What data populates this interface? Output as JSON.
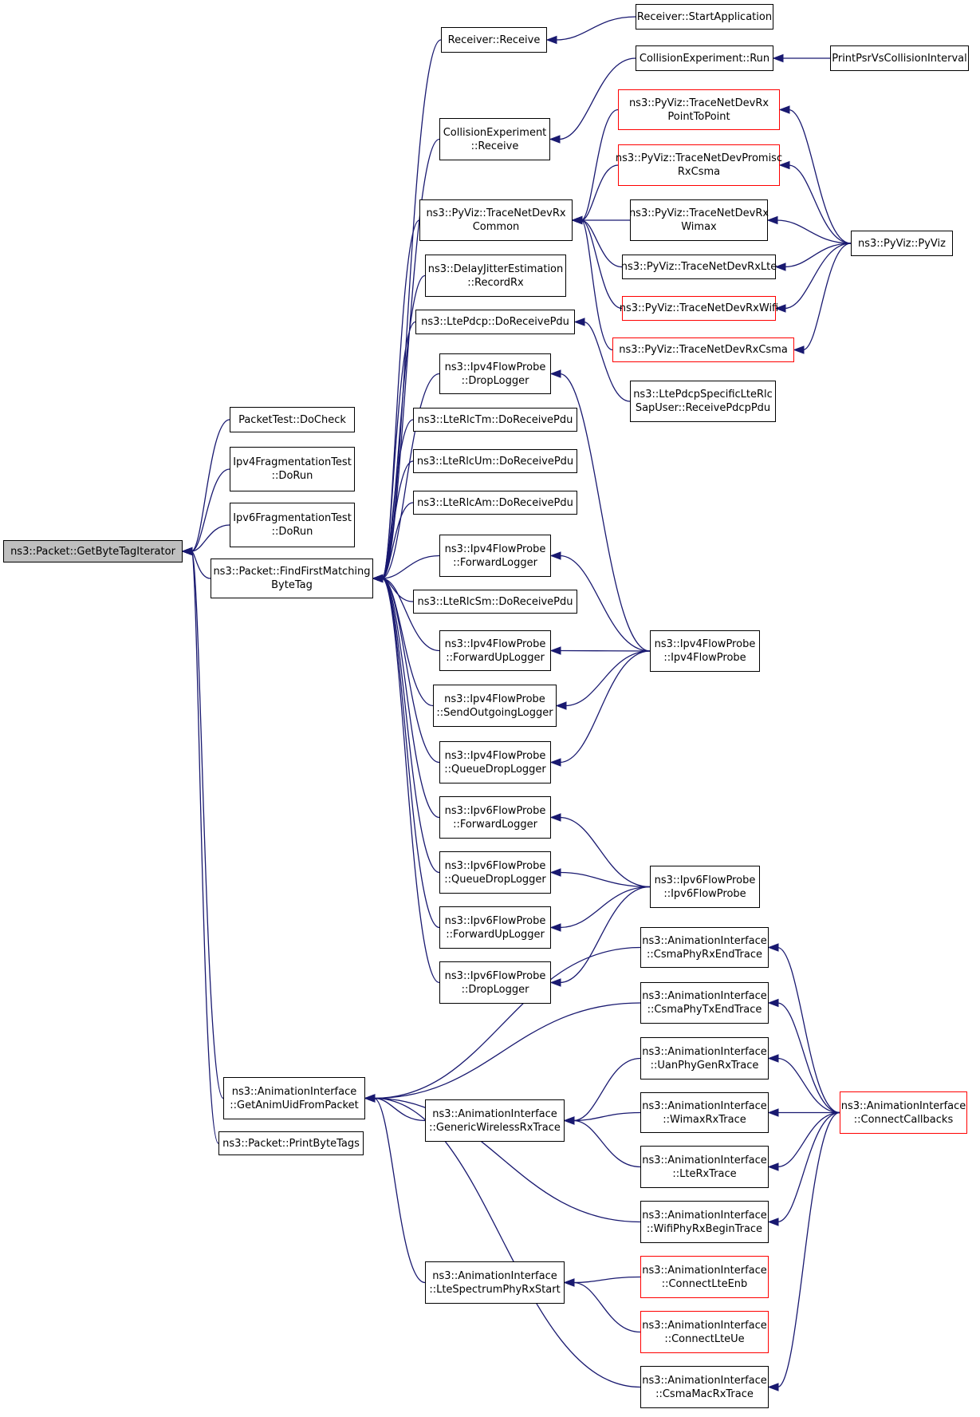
{
  "graph": {
    "edge_color": "#191970",
    "node_border_color": "#000000",
    "truncated_node_border_color": "#ff0000",
    "root_fill": "#bfbfbf",
    "nodes": [
      {
        "id": "root",
        "label": "ns3::Packet::GetByteTagIterator",
        "truncated": false
      },
      {
        "id": "packettest",
        "label": "PacketTest::DoCheck",
        "truncated": false
      },
      {
        "id": "ipv4frag",
        "label": "Ipv4FragmentationTest\n::DoRun",
        "truncated": false
      },
      {
        "id": "ipv6frag",
        "label": "Ipv6FragmentationTest\n::DoRun",
        "truncated": false
      },
      {
        "id": "findfirst",
        "label": "ns3::Packet::FindFirstMatching\nByteTag",
        "truncated": false
      },
      {
        "id": "getanimuid",
        "label": "ns3::AnimationInterface\n::GetAnimUidFromPacket",
        "truncated": false
      },
      {
        "id": "printbytetags",
        "label": "ns3::Packet::PrintByteTags",
        "truncated": false
      },
      {
        "id": "recvreceive",
        "label": "Receiver::Receive",
        "truncated": false
      },
      {
        "id": "collreceive",
        "label": "CollisionExperiment\n::Receive",
        "truncated": false
      },
      {
        "id": "tracecommon",
        "label": "ns3::PyViz::TraceNetDevRx\nCommon",
        "truncated": false
      },
      {
        "id": "delayjitter",
        "label": "ns3::DelayJitterEstimation\n::RecordRx",
        "truncated": false
      },
      {
        "id": "ltepdcp",
        "label": "ns3::LtePdcp::DoReceivePdu",
        "truncated": false
      },
      {
        "id": "ipv4drop",
        "label": "ns3::Ipv4FlowProbe\n::DropLogger",
        "truncated": false
      },
      {
        "id": "rlctm",
        "label": "ns3::LteRlcTm::DoReceivePdu",
        "truncated": false
      },
      {
        "id": "rlcum",
        "label": "ns3::LteRlcUm::DoReceivePdu",
        "truncated": false
      },
      {
        "id": "rlcam",
        "label": "ns3::LteRlcAm::DoReceivePdu",
        "truncated": false
      },
      {
        "id": "ipv4fwd",
        "label": "ns3::Ipv4FlowProbe\n::ForwardLogger",
        "truncated": false
      },
      {
        "id": "rlcsm",
        "label": "ns3::LteRlcSm::DoReceivePdu",
        "truncated": false
      },
      {
        "id": "ipv4fwdup",
        "label": "ns3::Ipv4FlowProbe\n::ForwardUpLogger",
        "truncated": false
      },
      {
        "id": "ipv4send",
        "label": "ns3::Ipv4FlowProbe\n::SendOutgoingLogger",
        "truncated": false
      },
      {
        "id": "ipv4qdrop",
        "label": "ns3::Ipv4FlowProbe\n::QueueDropLogger",
        "truncated": false
      },
      {
        "id": "ipv6fwd",
        "label": "ns3::Ipv6FlowProbe\n::ForwardLogger",
        "truncated": false
      },
      {
        "id": "ipv6qdrop",
        "label": "ns3::Ipv6FlowProbe\n::QueueDropLogger",
        "truncated": false
      },
      {
        "id": "ipv6fwdup",
        "label": "ns3::Ipv6FlowProbe\n::ForwardUpLogger",
        "truncated": false
      },
      {
        "id": "ipv6drop",
        "label": "ns3::Ipv6FlowProbe\n::DropLogger",
        "truncated": false
      },
      {
        "id": "genericwireless",
        "label": "ns3::AnimationInterface\n::GenericWirelessRxTrace",
        "truncated": false
      },
      {
        "id": "ltespectrum",
        "label": "ns3::AnimationInterface\n::LteSpectrumPhyRxStart",
        "truncated": false
      },
      {
        "id": "startapp",
        "label": "Receiver::StartApplication",
        "truncated": false
      },
      {
        "id": "collrun",
        "label": "CollisionExperiment::Run",
        "truncated": false
      },
      {
        "id": "ptp",
        "label": "ns3::PyViz::TraceNetDevRx\nPointToPoint",
        "truncated": true
      },
      {
        "id": "promisc",
        "label": "ns3::PyViz::TraceNetDevPromisc\nRxCsma",
        "truncated": true
      },
      {
        "id": "wimax",
        "label": "ns3::PyViz::TraceNetDevRx\nWimax",
        "truncated": false
      },
      {
        "id": "rxlte",
        "label": "ns3::PyViz::TraceNetDevRxLte",
        "truncated": false
      },
      {
        "id": "rxwifi",
        "label": "ns3::PyViz::TraceNetDevRxWifi",
        "truncated": true
      },
      {
        "id": "rxcsma",
        "label": "ns3::PyViz::TraceNetDevRxCsma",
        "truncated": true
      },
      {
        "id": "pdcpsap",
        "label": "ns3::LtePdcpSpecificLteRlc\nSapUser::ReceivePdcpPdu",
        "truncated": false
      },
      {
        "id": "ipv4probe",
        "label": "ns3::Ipv4FlowProbe\n::Ipv4FlowProbe",
        "truncated": false
      },
      {
        "id": "ipv6probe",
        "label": "ns3::Ipv6FlowProbe\n::Ipv6FlowProbe",
        "truncated": false
      },
      {
        "id": "csmarxend",
        "label": "ns3::AnimationInterface\n::CsmaPhyRxEndTrace",
        "truncated": false
      },
      {
        "id": "csmatxend",
        "label": "ns3::AnimationInterface\n::CsmaPhyTxEndTrace",
        "truncated": false
      },
      {
        "id": "uanphy",
        "label": "ns3::AnimationInterface\n::UanPhyGenRxTrace",
        "truncated": false
      },
      {
        "id": "wimaxrx",
        "label": "ns3::AnimationInterface\n::WimaxRxTrace",
        "truncated": false
      },
      {
        "id": "lterx",
        "label": "ns3::AnimationInterface\n::LteRxTrace",
        "truncated": false
      },
      {
        "id": "wifiphy",
        "label": "ns3::AnimationInterface\n::WifiPhyRxBeginTrace",
        "truncated": false
      },
      {
        "id": "connectenb",
        "label": "ns3::AnimationInterface\n::ConnectLteEnb",
        "truncated": true
      },
      {
        "id": "connectue",
        "label": "ns3::AnimationInterface\n::ConnectLteUe",
        "truncated": true
      },
      {
        "id": "csmamac",
        "label": "ns3::AnimationInterface\n::CsmaMacRxTrace",
        "truncated": false
      },
      {
        "id": "printpsr",
        "label": "PrintPsrVsCollisionInterval",
        "truncated": false
      },
      {
        "id": "pyviz",
        "label": "ns3::PyViz::PyViz",
        "truncated": false
      },
      {
        "id": "connectcallbacks",
        "label": "ns3::AnimationInterface\n::ConnectCallbacks",
        "truncated": true
      }
    ],
    "edges": [
      [
        "packettest",
        "root"
      ],
      [
        "ipv4frag",
        "root"
      ],
      [
        "ipv6frag",
        "root"
      ],
      [
        "findfirst",
        "root"
      ],
      [
        "getanimuid",
        "root"
      ],
      [
        "printbytetags",
        "root"
      ],
      [
        "recvreceive",
        "findfirst"
      ],
      [
        "collreceive",
        "findfirst"
      ],
      [
        "tracecommon",
        "findfirst"
      ],
      [
        "delayjitter",
        "findfirst"
      ],
      [
        "ltepdcp",
        "findfirst"
      ],
      [
        "ipv4drop",
        "findfirst"
      ],
      [
        "rlctm",
        "findfirst"
      ],
      [
        "rlcum",
        "findfirst"
      ],
      [
        "rlcam",
        "findfirst"
      ],
      [
        "ipv4fwd",
        "findfirst"
      ],
      [
        "rlcsm",
        "findfirst"
      ],
      [
        "ipv4fwdup",
        "findfirst"
      ],
      [
        "ipv4send",
        "findfirst"
      ],
      [
        "ipv4qdrop",
        "findfirst"
      ],
      [
        "ipv6fwd",
        "findfirst"
      ],
      [
        "ipv6qdrop",
        "findfirst"
      ],
      [
        "ipv6fwdup",
        "findfirst"
      ],
      [
        "ipv6drop",
        "findfirst"
      ],
      [
        "csmarxend",
        "getanimuid"
      ],
      [
        "csmatxend",
        "getanimuid"
      ],
      [
        "genericwireless",
        "getanimuid"
      ],
      [
        "wifiphy",
        "getanimuid"
      ],
      [
        "ltespectrum",
        "getanimuid"
      ],
      [
        "csmamac",
        "getanimuid"
      ],
      [
        "startapp",
        "recvreceive"
      ],
      [
        "collrun",
        "collreceive"
      ],
      [
        "ptp",
        "tracecommon"
      ],
      [
        "promisc",
        "tracecommon"
      ],
      [
        "wimax",
        "tracecommon"
      ],
      [
        "rxlte",
        "tracecommon"
      ],
      [
        "rxwifi",
        "tracecommon"
      ],
      [
        "rxcsma",
        "tracecommon"
      ],
      [
        "pdcpsap",
        "ltepdcp"
      ],
      [
        "ipv4probe",
        "ipv4drop"
      ],
      [
        "ipv4probe",
        "ipv4fwd"
      ],
      [
        "ipv4probe",
        "ipv4fwdup"
      ],
      [
        "ipv4probe",
        "ipv4send"
      ],
      [
        "ipv4probe",
        "ipv4qdrop"
      ],
      [
        "ipv6probe",
        "ipv6fwd"
      ],
      [
        "ipv6probe",
        "ipv6qdrop"
      ],
      [
        "ipv6probe",
        "ipv6fwdup"
      ],
      [
        "ipv6probe",
        "ipv6drop"
      ],
      [
        "uanphy",
        "genericwireless"
      ],
      [
        "wimaxrx",
        "genericwireless"
      ],
      [
        "lterx",
        "genericwireless"
      ],
      [
        "connectenb",
        "ltespectrum"
      ],
      [
        "connectue",
        "ltespectrum"
      ],
      [
        "printpsr",
        "collrun"
      ],
      [
        "pyviz",
        "ptp"
      ],
      [
        "pyviz",
        "promisc"
      ],
      [
        "pyviz",
        "wimax"
      ],
      [
        "pyviz",
        "rxlte"
      ],
      [
        "pyviz",
        "rxwifi"
      ],
      [
        "pyviz",
        "rxcsma"
      ],
      [
        "connectcallbacks",
        "csmarxend"
      ],
      [
        "connectcallbacks",
        "csmatxend"
      ],
      [
        "connectcallbacks",
        "uanphy"
      ],
      [
        "connectcallbacks",
        "wimaxrx"
      ],
      [
        "connectcallbacks",
        "lterx"
      ],
      [
        "connectcallbacks",
        "wifiphy"
      ],
      [
        "connectcallbacks",
        "csmamac"
      ]
    ]
  }
}
